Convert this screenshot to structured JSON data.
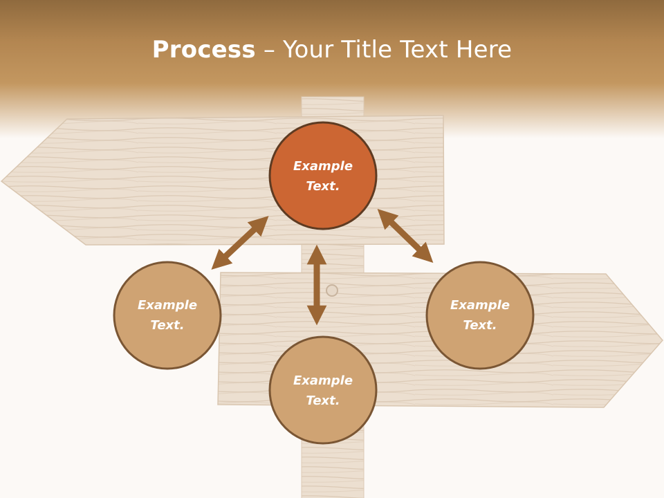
{
  "title": {
    "bold": "Process",
    "dash": " – ",
    "rest": "Your Title Text Here"
  },
  "nodes": {
    "top": {
      "line1": "Example",
      "line2": "Text."
    },
    "left": {
      "line1": "Example",
      "line2": "Text."
    },
    "right": {
      "line1": "Example",
      "line2": "Text."
    },
    "bottom": {
      "line1": "Example",
      "line2": "Text."
    }
  },
  "colors": {
    "highlight_circle": "#cc6633",
    "circle": "#cfa373",
    "circle_border": "#7a5634",
    "arrow": "#9b6634",
    "wood": "#eadccd"
  }
}
